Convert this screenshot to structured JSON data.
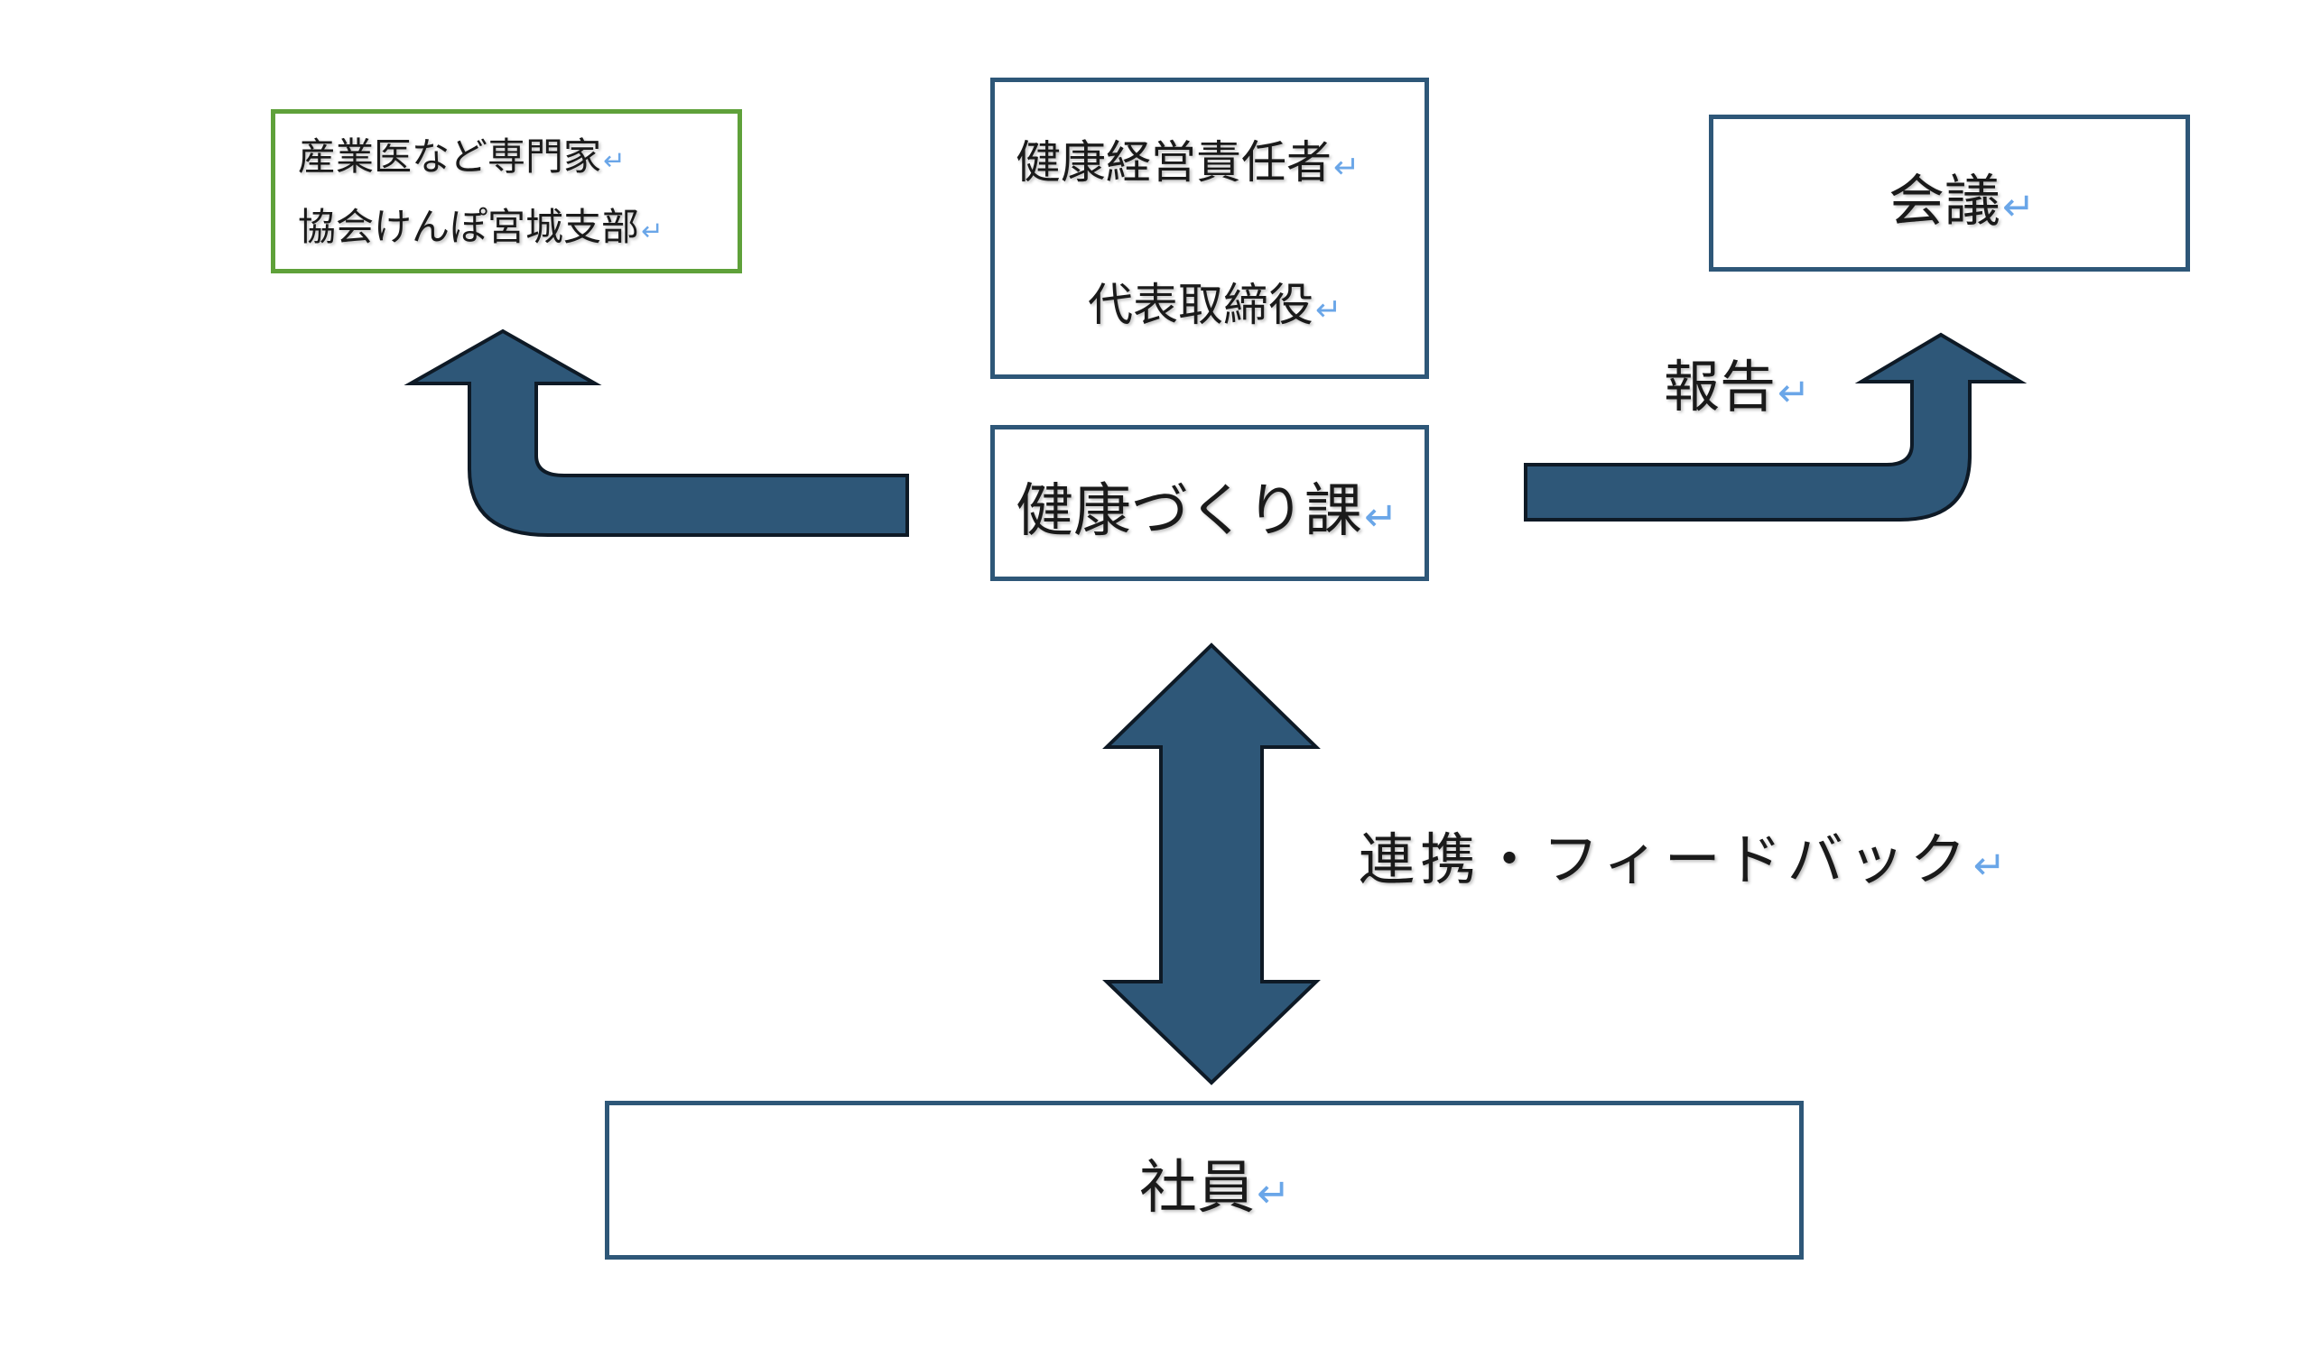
{
  "colors": {
    "box_border": "#2e5778",
    "green_border": "#5fa13a",
    "arrow_fill": "#2e5778",
    "arrow_stroke": "#0e1a26",
    "return_mark": "#6aa6e8"
  },
  "return_mark": "↵",
  "nodes": {
    "experts": {
      "line1": "産業医など専門家",
      "line2": "協会けんぽ宮城支部"
    },
    "executive": {
      "line1": "健康経営責任者",
      "line2": "代表取締役"
    },
    "meeting": {
      "label": "会議"
    },
    "health_dept": {
      "label": "健康づくり課"
    },
    "employees": {
      "label": "社員"
    }
  },
  "edges": {
    "report": {
      "label": "報告"
    },
    "cooperation": {
      "label": "連携・フィードバック"
    }
  }
}
